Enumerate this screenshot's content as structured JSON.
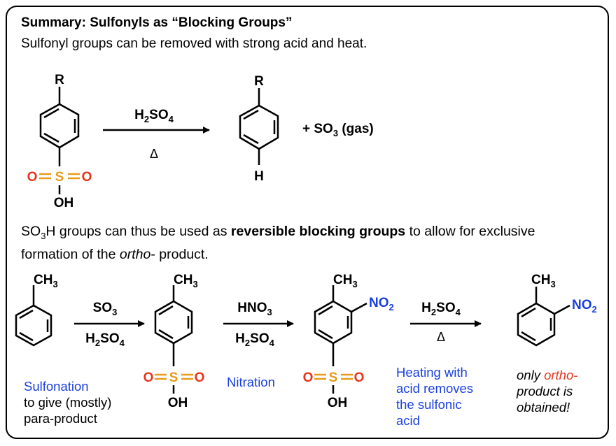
{
  "header": {
    "title": "Summary: Sulfonyls as “Blocking Groups”",
    "line1": "Sulfonyl groups can be removed with strong acid and heat."
  },
  "top": {
    "r1": "R",
    "r2": "R",
    "h": "H",
    "o_left": "O",
    "s": "S",
    "o_right": "O",
    "oh": "OH",
    "reagent_main": "H",
    "reagent_sub": "2",
    "reagent_tail": "SO",
    "reagent_sub2": "4",
    "delta": "Δ",
    "byproduct_a": "+ SO",
    "byproduct_sub": "3",
    "byproduct_b": " (gas)"
  },
  "middle": {
    "p1_a": "SO",
    "p1_sub": "3",
    "p1_b": "H groups can thus be used as ",
    "p1_bold": "reversible blocking groups",
    "p1_c": " to allow for exclusive",
    "p2_a": "formation of the ",
    "p2_italic": "ortho",
    "p2_b": "- product."
  },
  "bottom": {
    "ch3": "CH",
    "ch3_sub": "3",
    "no2": "NO",
    "no2_sub": "2",
    "so3": "SO",
    "so3_sub": "3",
    "h2so4_a": "H",
    "h2so4_sub": "2",
    "h2so4_b": "SO",
    "h2so4_sub2": "4",
    "hno3_a": "HNO",
    "hno3_sub": "3",
    "delta": "Δ",
    "o": "O",
    "s": "S",
    "oh": "OH",
    "cap1_line1": "Sulfonation",
    "cap1_line2": "to give (mostly)",
    "cap1_line3": "para-product",
    "cap2": "Nitration",
    "cap3_line1": "Heating with",
    "cap3_line2": "acid removes",
    "cap3_line3": "the sulfonic",
    "cap3_line4": "acid",
    "cap4_line1_a": "only ",
    "cap4_line1_b": "ortho-",
    "cap4_line2": "product is",
    "cap4_line3": "obtained!"
  },
  "colors": {
    "blue": "#1a3fe0",
    "red": "#e8341c",
    "sulfur": "#e89a1a",
    "black": "#000000"
  }
}
